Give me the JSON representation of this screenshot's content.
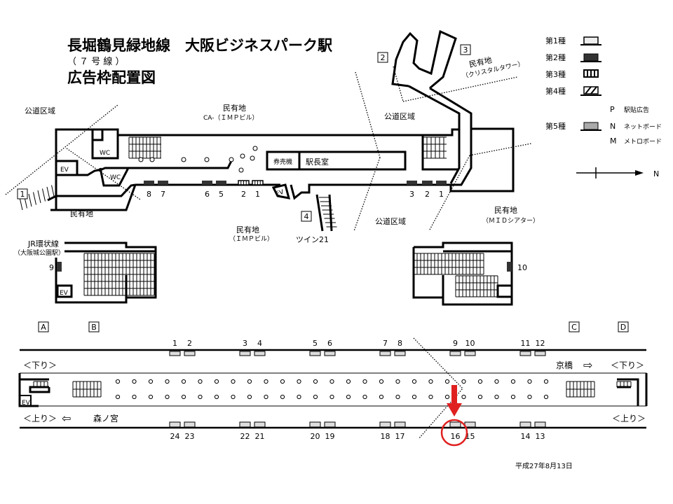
{
  "title": "長堀鶴見緑地線　大阪ビジネスパーク駅",
  "subtitle": "（ ７ 号 線 ）",
  "heading": "広告枠配置図",
  "legend": {
    "types": [
      "第1種",
      "第2種",
      "第3種",
      "第4種",
      "第5種"
    ],
    "codes": [
      {
        "code": "P",
        "label": "駅貼広告"
      },
      {
        "code": "N",
        "label": "ネットボード"
      },
      {
        "code": "M",
        "label": "メトロボード"
      }
    ]
  },
  "north_label": "N",
  "areas": {
    "public_road": "公道区域",
    "private_land": "民有地",
    "ca_imp": "CA-（ＩＭＰビル）",
    "crystal": "（クリスタルタワー）",
    "imp": "（ＩＭＰビル）",
    "twin21": "ツイン21",
    "mid": "（ＭＩＤシアター）",
    "jr": "JR環状線",
    "jr_station": "（大阪城公園駅）"
  },
  "rooms": {
    "wc": "WC",
    "ev": "EV",
    "ticket": "券売機",
    "office": "駅長室"
  },
  "exits": [
    "1",
    "2",
    "3",
    "4"
  ],
  "concourse_ads_left": [
    "8",
    "7",
    "6",
    "5",
    "2",
    "1"
  ],
  "concourse_ads_right": [
    "3",
    "2",
    "1"
  ],
  "wall_ads": [
    "9",
    "10"
  ],
  "platform": {
    "sections": [
      "A",
      "B",
      "C",
      "D"
    ],
    "top_ads": [
      "1",
      "2",
      "3",
      "4",
      "5",
      "6",
      "7",
      "8",
      "9",
      "10",
      "11",
      "12"
    ],
    "bottom_ads": [
      "24",
      "23",
      "22",
      "21",
      "20",
      "19",
      "18",
      "17",
      "16",
      "15",
      "14",
      "13"
    ],
    "down_label": "＜下り＞",
    "up_label": "＜上り＞",
    "dest_left": "森ノ宮",
    "dest_right": "京橋",
    "arrow_left": "⇦",
    "arrow_right": "⇨",
    "highlighted_ad": "16",
    "highlight_color": "#e02020"
  },
  "date": "平成27年8月13日"
}
